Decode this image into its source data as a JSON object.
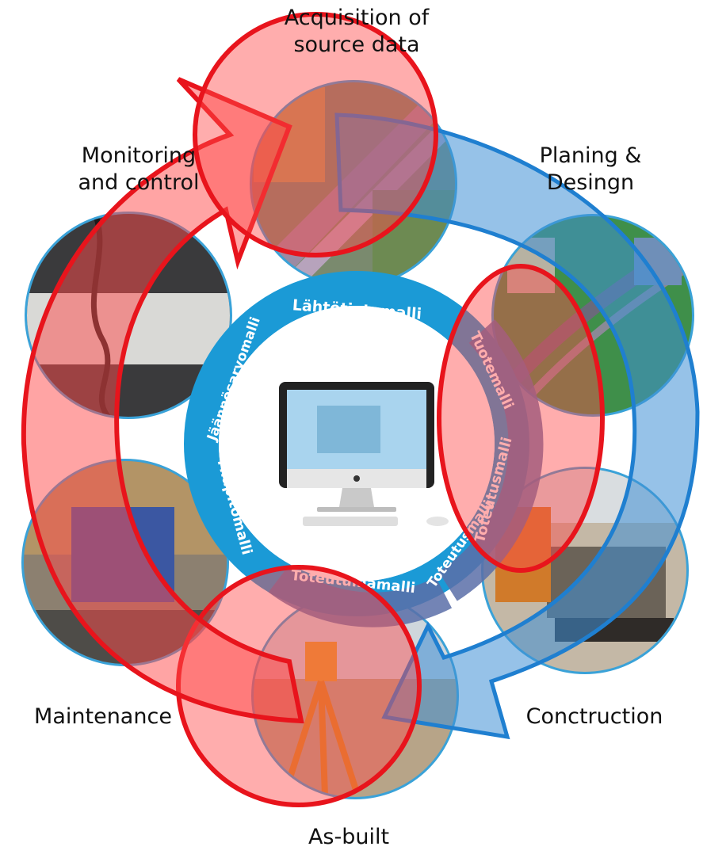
{
  "phases": {
    "acquisition": "Acquisition of\nsource data",
    "planning": "Planing &\nDesingn",
    "construction": "Conctruction",
    "asbuilt": "As-built",
    "maintenance": "Maintenance",
    "monitoring": "Monitoring\nand control"
  },
  "ring_models": {
    "lahtotieto": "Lähtötietomalli",
    "tuote": "Tuotemalli",
    "toteutus": "Toteutusmalli",
    "toteutuma": "Toteutumamalli",
    "yllapito": "Ylläpitomalli",
    "jaannosarvo": "Jäännösarvomalli"
  },
  "colors": {
    "ring_blue": "#1b9ad6",
    "ring_dark": "#5b6fa8",
    "overlay_red": "#ff4a4a",
    "stroke_red": "#e8141c",
    "overlay_blue": "#3f8fd6",
    "stroke_blue": "#1f7fd0"
  }
}
